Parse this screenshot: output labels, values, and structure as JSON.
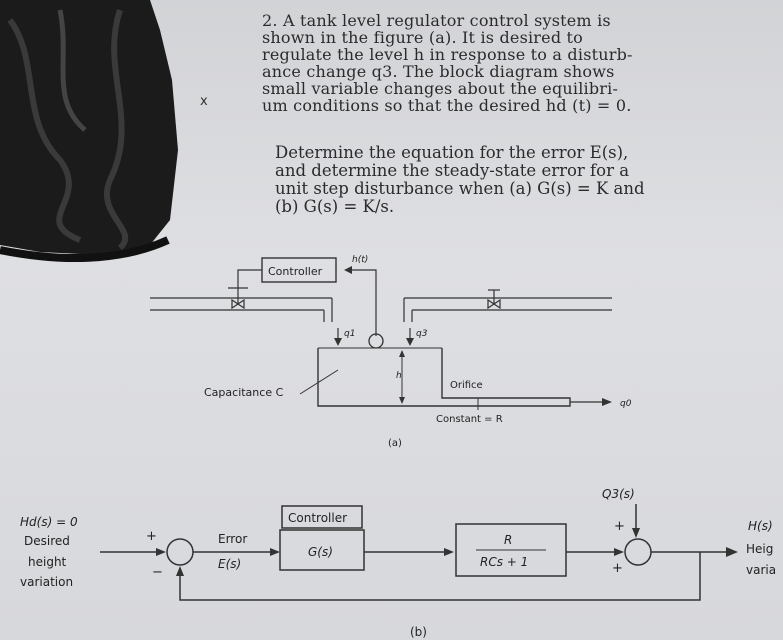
{
  "problem": {
    "lines": [
      "2. A tank level regulator control system is",
      "shown in the figure (a). It is desired to",
      "regulate the level h in response to a disturb-",
      "ance change q3. The block diagram shows",
      "small variable changes about the equilibri-",
      "um conditions so that the desired hd (t) = 0."
    ],
    "task_lines": [
      "Determine the equation for the error E(s),",
      "and determine the steady-state error for a",
      "unit step disturbance when (a) G(s) = K and",
      "(b) G(s) = K/s."
    ]
  },
  "margin_mark": "x",
  "figure_a": {
    "controller_label": "Controller",
    "h_t_label": "h(t)",
    "q1_label": "q1",
    "q3_label": "q3",
    "h_label": "h",
    "capacitance_label": "Capacitance C",
    "orifice_label": "Orifice",
    "constant_label": "Constant = R",
    "q0_label": "q0",
    "caption": "(a)"
  },
  "figure_b": {
    "input_lines": [
      "Hd(s) = 0",
      "Desired",
      "height",
      "variation"
    ],
    "plus_sign": "+",
    "minus_sign": "−",
    "error_label": "Error",
    "error_signal": "E(s)",
    "controller_title": "Controller",
    "controller_tf": "G(s)",
    "plant_num": "R",
    "plant_den": "RCs + 1",
    "disturbance_label": "Q3(s)",
    "output_lines": [
      "H(s)",
      "Heig",
      "varia"
    ],
    "caption": "(b)"
  }
}
